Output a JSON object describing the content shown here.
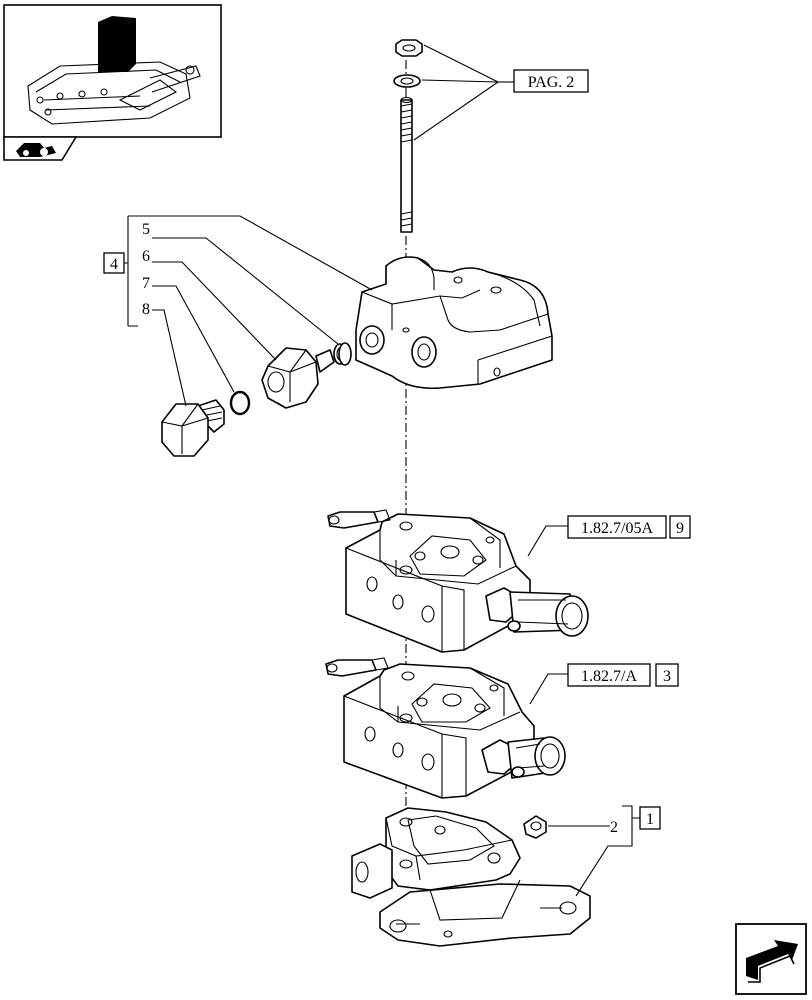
{
  "references": {
    "page": "PAG. 2",
    "ref_valve_a": "1.82.7/05A",
    "ref_valve_a_count": "9",
    "ref_valve_b": "1.82.7/A",
    "ref_valve_b_count": "3"
  },
  "callouts": {
    "group_qty": "4",
    "item_5": "5",
    "item_6": "6",
    "item_7": "7",
    "item_8": "8",
    "item_2": "2",
    "item_2_qty": "1"
  },
  "icons": {
    "thumbnail_tab": "tractor-icon",
    "next_page": "next-page-arrow-icon"
  }
}
